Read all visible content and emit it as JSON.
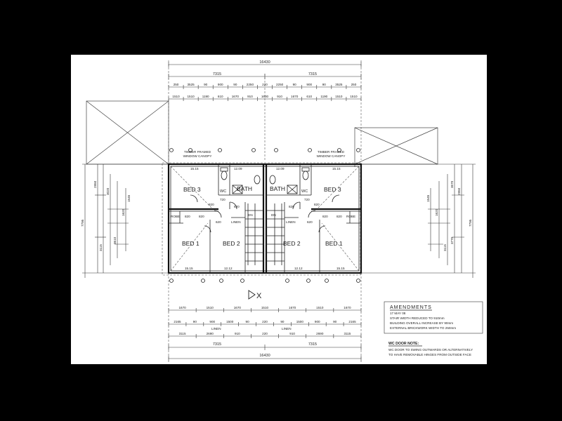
{
  "plan": {
    "overall_width": "16430",
    "halves": [
      "7315",
      "7315"
    ],
    "top_row2": [
      "250",
      "3525",
      "90",
      "900",
      "90",
      "2250",
      "220",
      "2250",
      "90",
      "900",
      "90",
      "3525",
      "250"
    ],
    "top_row3": [
      "1510",
      "1510",
      "1190",
      "610",
      "1670",
      "910",
      "1630",
      "910",
      "1670",
      "610",
      "1190",
      "1510",
      "1510"
    ],
    "bottom_row1": [
      "1670",
      "1510",
      "1670",
      "1510",
      "1670",
      "1510",
      "1670"
    ],
    "bottom_row2": [
      "2165",
      "90",
      "900",
      "1500",
      "90",
      "220",
      "90",
      "1500",
      "900",
      "90",
      "2165"
    ],
    "bottom_row3": [
      "3115",
      "2690",
      "910",
      "220",
      "910",
      "2690",
      "3115"
    ],
    "bottom_labels": [
      "LINEN",
      "LINEN"
    ],
    "left_dims": [
      "2950",
      "3115",
      "3020",
      "3610",
      "1620",
      "1545"
    ],
    "right_dims": [
      "3570",
      "2950",
      "3115",
      "1620",
      "1545",
      "3770"
    ],
    "overall_depth": "7795",
    "rooms": {
      "left": {
        "bed3": "BED 3",
        "wc": "WC",
        "bath": "BATH",
        "robe": "ROBE",
        "linen": "LINEN",
        "bed1": "BED 1",
        "bed2": "BED 2",
        "dn": "DN"
      },
      "right": {
        "bed3": "BED 3",
        "wc": "WC",
        "bath": "BATH",
        "robe": "ROBE",
        "linen": "LINEN",
        "bed1": "BED 1",
        "bed2": "BED 2",
        "dn": "DN"
      }
    },
    "canopy_left": [
      "TIMBER FRAMED",
      "WINDOW CANOPY"
    ],
    "canopy_right": [
      "TIMBER FRAMED",
      "WINDOW CANOPY"
    ],
    "window_labels": [
      "15.15",
      "12.09",
      "12.09",
      "15.15",
      "15.15",
      "12.12",
      "12.12",
      "15.15"
    ],
    "door_sizes": [
      "720",
      "820",
      "820",
      "820",
      "820",
      "620",
      "620",
      "720",
      "820",
      "820",
      "820",
      "820"
    ],
    "section_mark": "X"
  },
  "amendments": {
    "title": "AMENDMENTS",
    "date": "17 MAY 08",
    "items": [
      "STAIR WIDTH REDUCED TO 910mm",
      "BUILDING OVERALL INCREASE BY 90mm",
      "EXTERNAL BRICKWORK WIDTH TO 250mm"
    ]
  },
  "wc_note": {
    "title": "WC DOOR NOTE:",
    "lines": [
      "WC DOOR TO SWING OUTWARDS OR ALTERNATIVELY",
      "TO HAVE REMOVABLE HINGES FROM OUTSIDE FACE"
    ]
  }
}
